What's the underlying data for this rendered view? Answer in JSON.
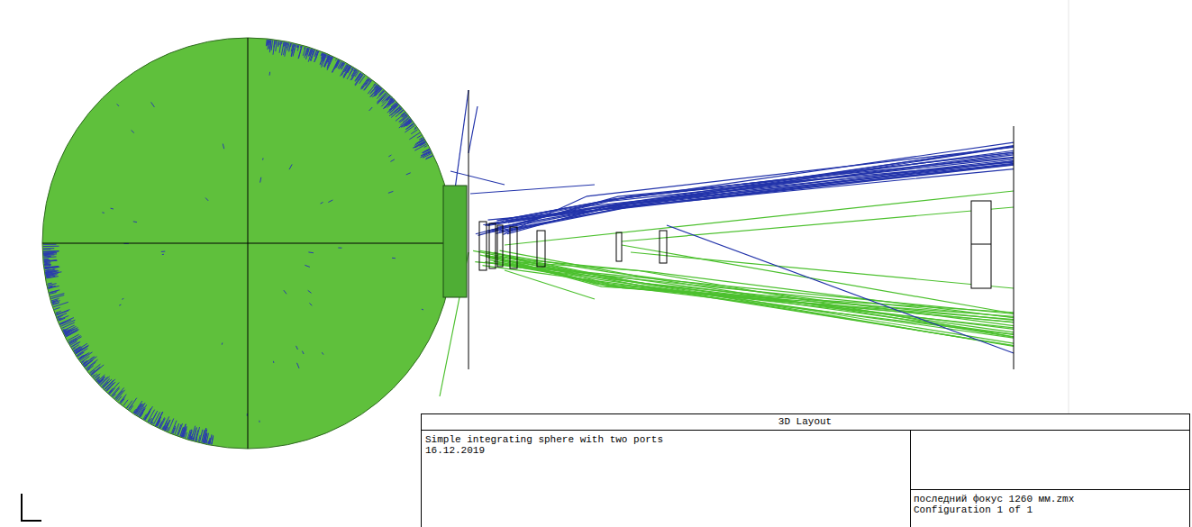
{
  "diagram": {
    "labels": [
      "3D Layout",
      "Simple integrating sphere with two ports",
      "16.12.2019",
      "последний фокус 1260 мм.zmx",
      "Configuration 1 of 1"
    ]
  }
}
